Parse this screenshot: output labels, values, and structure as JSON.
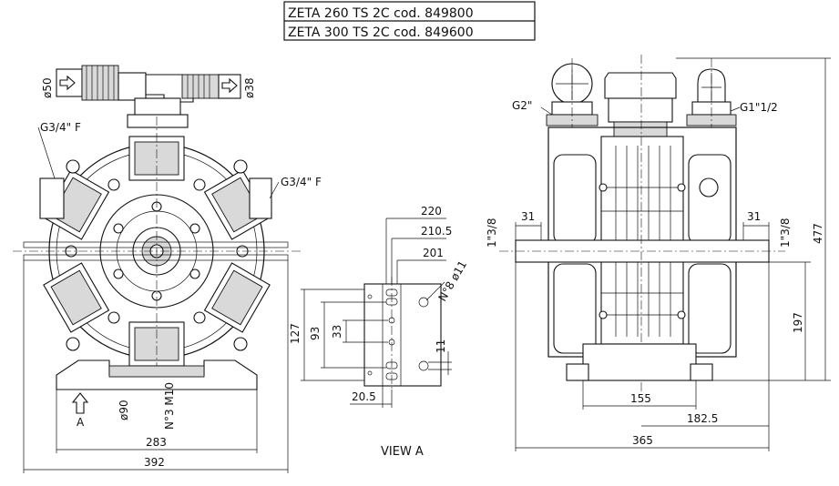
{
  "title_box": {
    "line1": "ZETA 260 TS 2C cod. 849800",
    "line2": "ZETA 300 TS 2C cod. 849600"
  },
  "front_view": {
    "dia_50": "ø50",
    "dia_38": "ø38",
    "port_left": "G3/4\" F",
    "port_right": "G3/4\" F",
    "dia_90": "ø90",
    "bolts": "N°3 M10",
    "arrow_label": "A",
    "dim_283": "283",
    "dim_392": "392"
  },
  "view_a": {
    "caption": "VIEW A",
    "dim_220": "220",
    "dim_210_5": "210.5",
    "dim_201": "201",
    "holes": "N°8 ø11",
    "dim_127": "127",
    "dim_93": "93",
    "dim_33": "33",
    "dim_11": "11",
    "dim_20_5": "20.5"
  },
  "side_view": {
    "port_g2": "G2\"",
    "port_g1_1_2": "G1\"1/2",
    "left_thread": "1\"3/8",
    "right_thread": "1\"3/8",
    "dim_31_left": "31",
    "dim_31_right": "31",
    "dim_477": "477",
    "dim_197": "197",
    "dim_155": "155",
    "dim_182_5": "182.5",
    "dim_365": "365"
  }
}
